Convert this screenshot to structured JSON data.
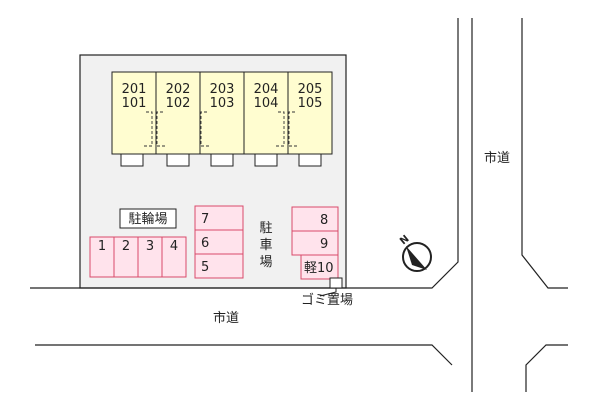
{
  "units": [
    {
      "upper": "201",
      "lower": "101"
    },
    {
      "upper": "202",
      "lower": "102"
    },
    {
      "upper": "203",
      "lower": "103"
    },
    {
      "upper": "204",
      "lower": "104"
    },
    {
      "upper": "205",
      "lower": "105"
    }
  ],
  "bicycle_parking": {
    "label": "駐輪場",
    "slots": [
      "1",
      "2",
      "3",
      "4"
    ]
  },
  "parking_left": [
    "7",
    "6",
    "5"
  ],
  "parking_right": [
    "8",
    "9",
    "軽10"
  ],
  "parking_label": [
    "駐",
    "車",
    "場"
  ],
  "garbage_label": "ゴミ置場",
  "roads": {
    "right_road": "市道",
    "bottom_road": "市道"
  },
  "compass_label": "N",
  "colors": {
    "building_fill": "#fffdd0",
    "parking_fill": "#ffe3ec",
    "parking_stroke": "#d94a6a",
    "lot_fill": "#f1f1f1"
  }
}
